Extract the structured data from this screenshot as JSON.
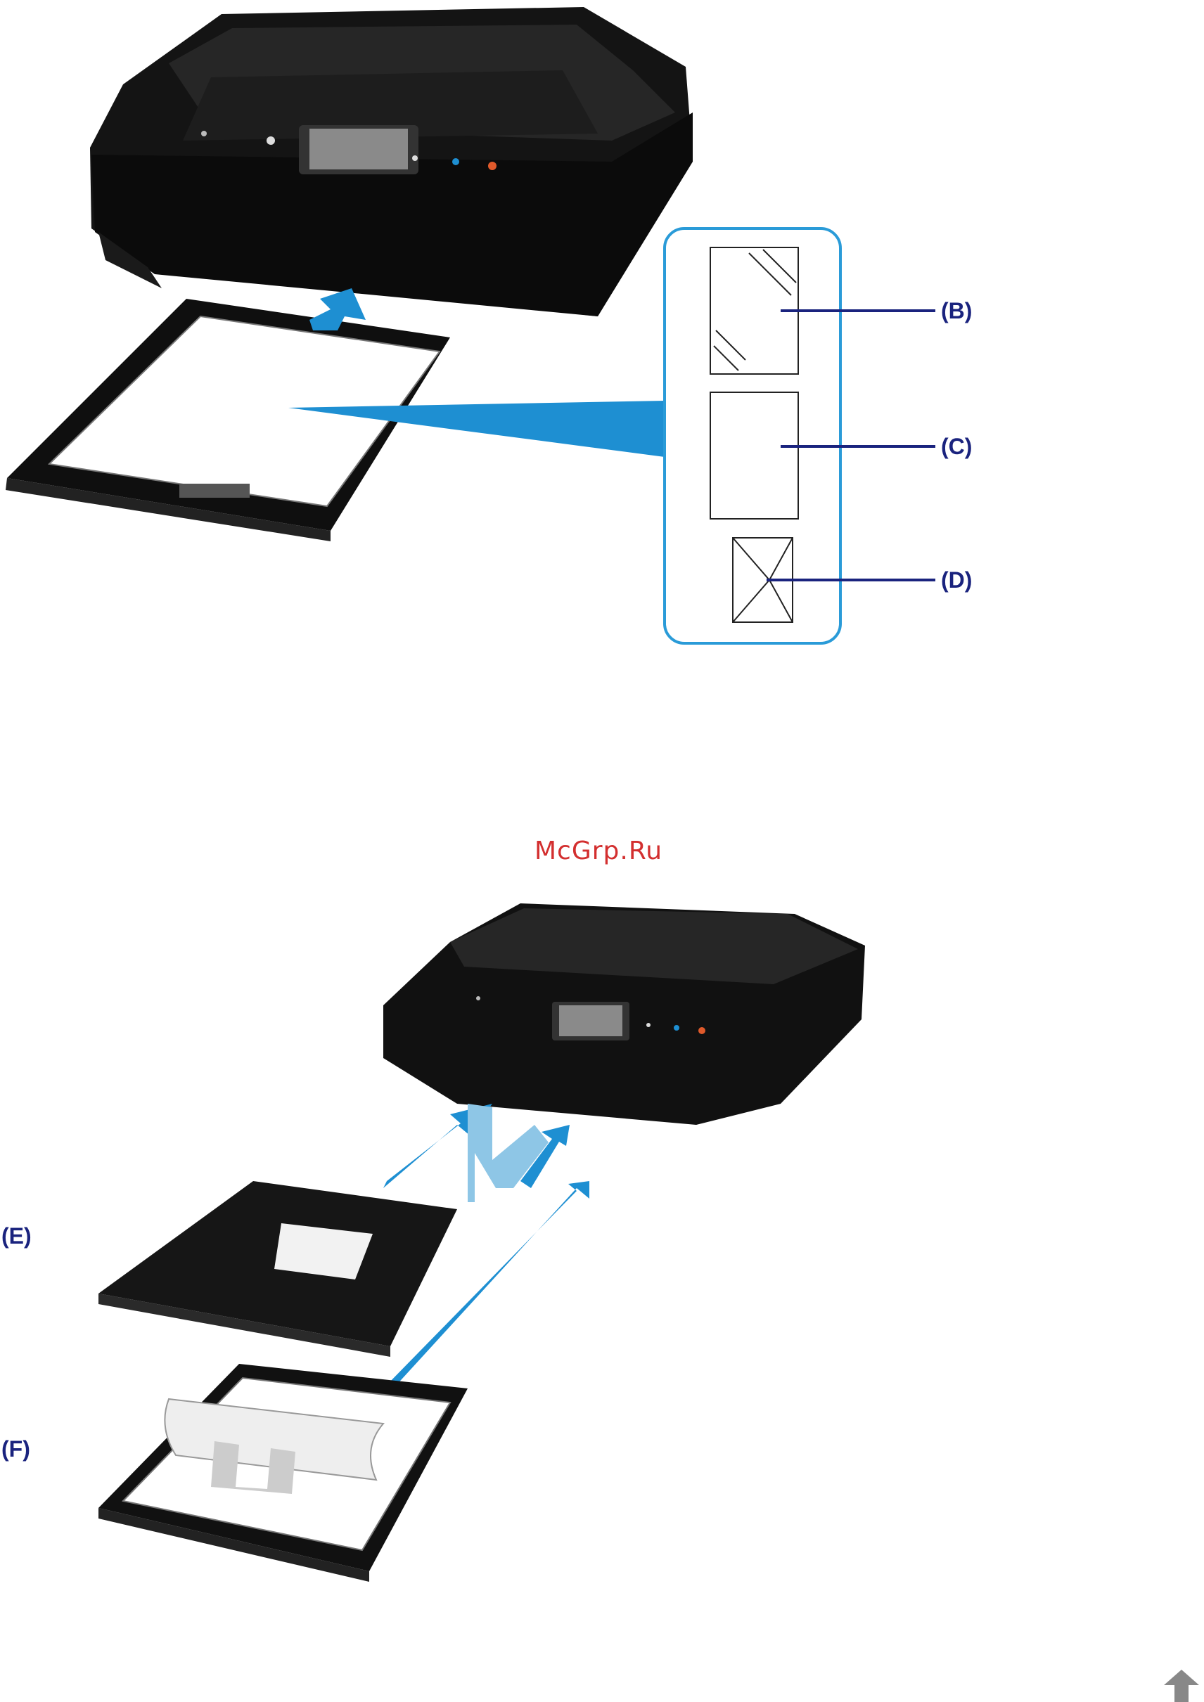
{
  "figure1": {
    "callouts": {
      "b": "(B)",
      "c": "(C)",
      "d": "(D)"
    },
    "colors": {
      "accent": "#1e8fd2",
      "callout_line": "#1a237e",
      "panel_border": "#2a9bd8"
    }
  },
  "watermark": {
    "text": "McGrp.Ru"
  },
  "figure2": {
    "callouts": {
      "e": "(E)",
      "f": "(F)"
    },
    "colors": {
      "arrow": "#1e8fd2",
      "arrow_light": "#8ec6e6"
    }
  },
  "navigation": {
    "top_icon": "arrow-up-icon"
  }
}
